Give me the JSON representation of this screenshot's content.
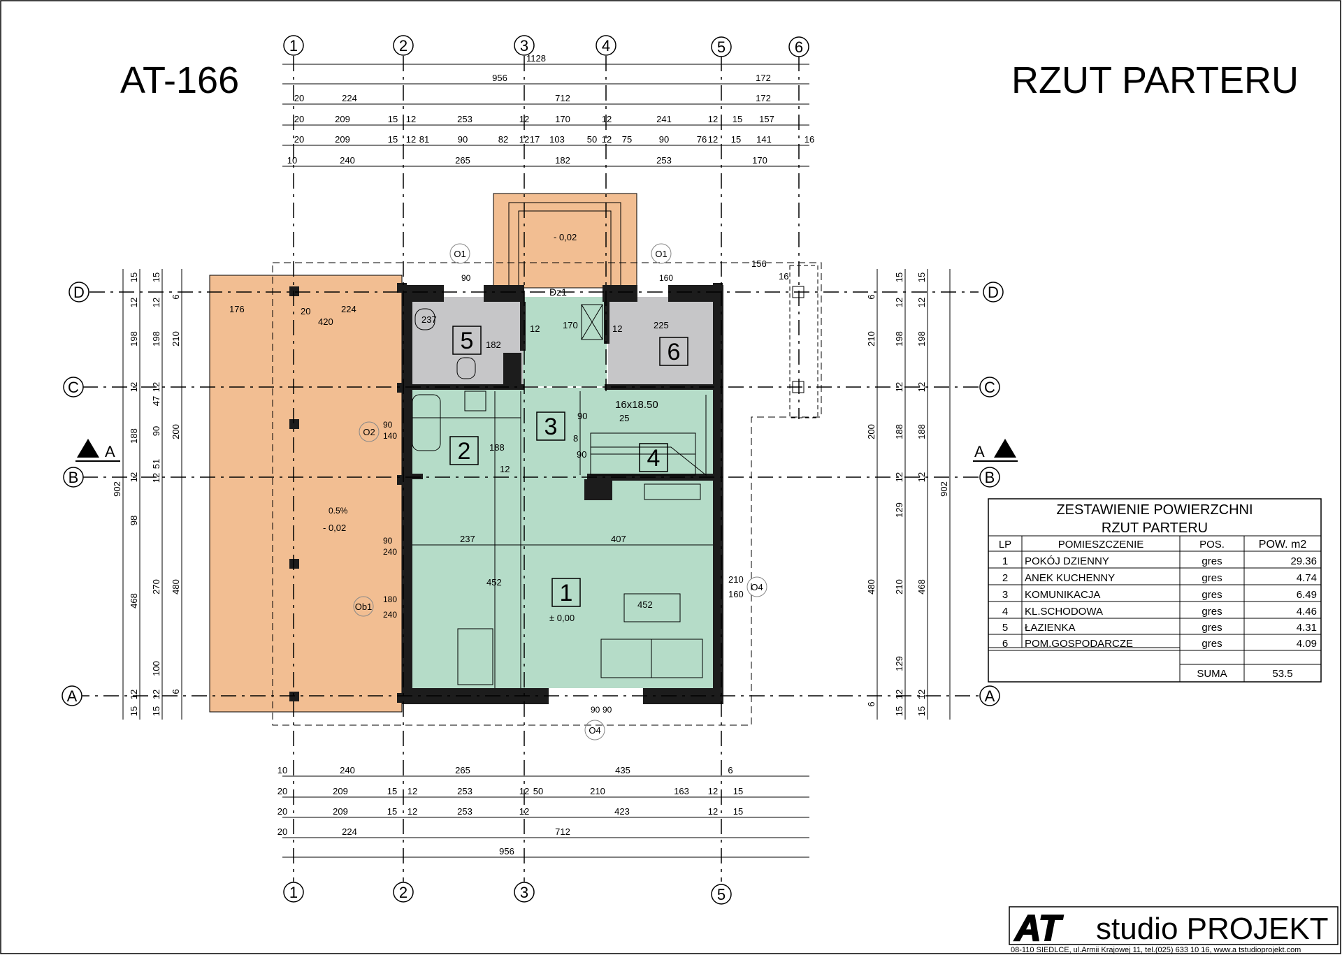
{
  "title": {
    "code": "AT-166",
    "name": "RZUT PARTERU"
  },
  "axes": {
    "numbers": [
      "1",
      "2",
      "3",
      "4",
      "5",
      "6"
    ],
    "letters": [
      "A",
      "B",
      "C",
      "D"
    ]
  },
  "section_mark": "A",
  "top_dims": {
    "row1": [
      "1128"
    ],
    "row2": [
      "956",
      "172"
    ],
    "row3": [
      "20",
      "224",
      "712",
      "172"
    ],
    "row4": [
      "20",
      "209",
      "15",
      "12",
      "253",
      "12",
      "170",
      "12",
      "241",
      "12",
      "15",
      "157"
    ],
    "row5": [
      "20",
      "209",
      "15",
      "12",
      "81",
      "90",
      "82",
      "12",
      "17",
      "103",
      "50",
      "12",
      "75",
      "90",
      "76",
      "12",
      "15",
      "141",
      "16"
    ],
    "row6": [
      "10",
      "240",
      "265",
      "182",
      "253",
      "170"
    ]
  },
  "bottom_dims": {
    "row1": [
      "10",
      "240",
      "265",
      "435",
      "6"
    ],
    "row2": [
      "20",
      "209",
      "15",
      "12",
      "253",
      "12",
      "50",
      "210",
      "163",
      "12",
      "15"
    ],
    "row3": [
      "20",
      "209",
      "15",
      "12",
      "253",
      "12",
      "423",
      "12",
      "15"
    ],
    "row4": [
      "20",
      "224",
      "712"
    ],
    "row5": [
      "956"
    ]
  },
  "left_dims": {
    "outer": [
      "902"
    ],
    "col1": [
      "15",
      "12",
      "198",
      "12",
      "188",
      "12",
      "98",
      "468",
      "12",
      "15"
    ],
    "col2": [
      "15",
      "12",
      "198",
      "12",
      "47",
      "90",
      "51",
      "12",
      "270",
      "100",
      "12",
      "15"
    ],
    "col3": [
      "6",
      "210",
      "200",
      "480",
      "6"
    ]
  },
  "right_dims": {
    "outer": [
      "902"
    ],
    "col1": [
      "15",
      "12",
      "198",
      "12",
      "188",
      "12",
      "468",
      "12",
      "15"
    ],
    "col2": [
      "15",
      "12",
      "198",
      "12",
      "188",
      "12",
      "129",
      "210",
      "129",
      "12",
      "15"
    ],
    "col3": [
      "6",
      "210",
      "200",
      "480",
      "6"
    ]
  },
  "plan_labels": {
    "terrace_dims": [
      "176",
      "20",
      "224",
      "420"
    ],
    "terrace_slope": "0.5%",
    "terrace_level": "- 0,02",
    "entry_level": "- 0,02",
    "floor_level": "± 0,00",
    "door_tag": "Dz1",
    "window_tags": [
      "O1",
      "O1",
      "O2",
      "O4",
      "O4",
      "Ob1"
    ],
    "window_sizes": [
      "90",
      "140",
      "90",
      "240",
      "180",
      "240",
      "90",
      "160",
      "210",
      "160",
      "90",
      "90"
    ],
    "room_dims": [
      "237",
      "182",
      "170",
      "225",
      "12",
      "12",
      "188",
      "12",
      "237",
      "407",
      "452",
      "452",
      "156",
      "16",
      "8",
      "90",
      "90"
    ],
    "stairs": {
      "spec": "16x18.50",
      "width": "25"
    },
    "rooms": [
      "1",
      "2",
      "3",
      "4",
      "5",
      "6"
    ]
  },
  "table": {
    "title1": "ZESTAWIENIE POWIERZCHNI",
    "title2": "RZUT PARTERU",
    "headers": [
      "LP",
      "POMIESZCZENIE",
      "POS.",
      "POW. m2"
    ],
    "rows": [
      [
        "1",
        "POKÓJ DZIENNY",
        "gres",
        "29.36"
      ],
      [
        "2",
        "ANEK KUCHENNY",
        "gres",
        "4.74"
      ],
      [
        "3",
        "KOMUNIKACJA",
        "gres",
        "6.49"
      ],
      [
        "4",
        "KL.SCHODOWA",
        "gres",
        "4.46"
      ],
      [
        "5",
        "ŁAZIENKA",
        "gres",
        "4.31"
      ],
      [
        "6",
        "POM.GOSPODARCZE",
        "gres",
        "4.09"
      ]
    ],
    "sum_label": "SUMA",
    "sum_value": "53.5"
  },
  "logo": {
    "mark": "AT",
    "name": "studio PROJEKT",
    "address": "08-110 SIEDLCE, ul.Armii Krajowej 11, tel.(025) 633 10 16, www.a   tstudioprojekt.com"
  },
  "colors": {
    "terrace": "#f2be92",
    "living": "#b5dcc8",
    "service": "#c6c6c8",
    "wall": "#1c1c1c"
  }
}
